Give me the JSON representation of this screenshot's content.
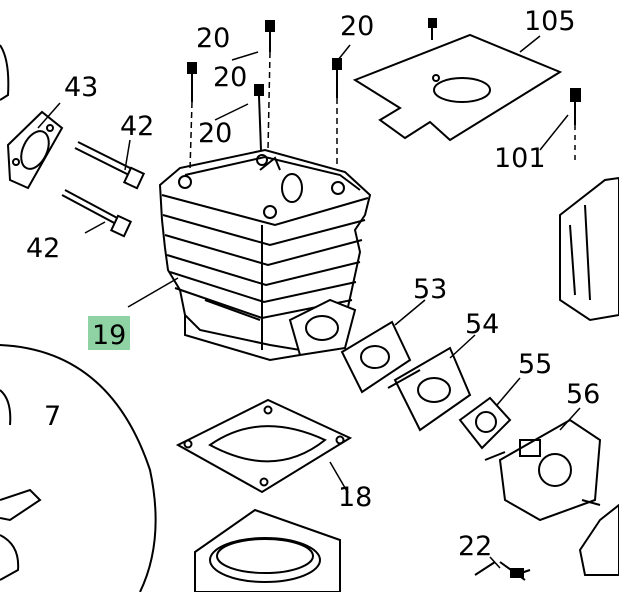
{
  "diagram": {
    "labels": {
      "p20a": "20",
      "p20b": "20",
      "p20c": "20",
      "p20d": "20",
      "p105": "105",
      "p101": "101",
      "p43": "43",
      "p42a": "42",
      "p42b": "42",
      "p19": "19",
      "p53": "53",
      "p54": "54",
      "p55": "55",
      "p56": "56",
      "p7": "7",
      "p18": "18",
      "p22": "22"
    },
    "highlight_color": "#8fd3a4"
  }
}
